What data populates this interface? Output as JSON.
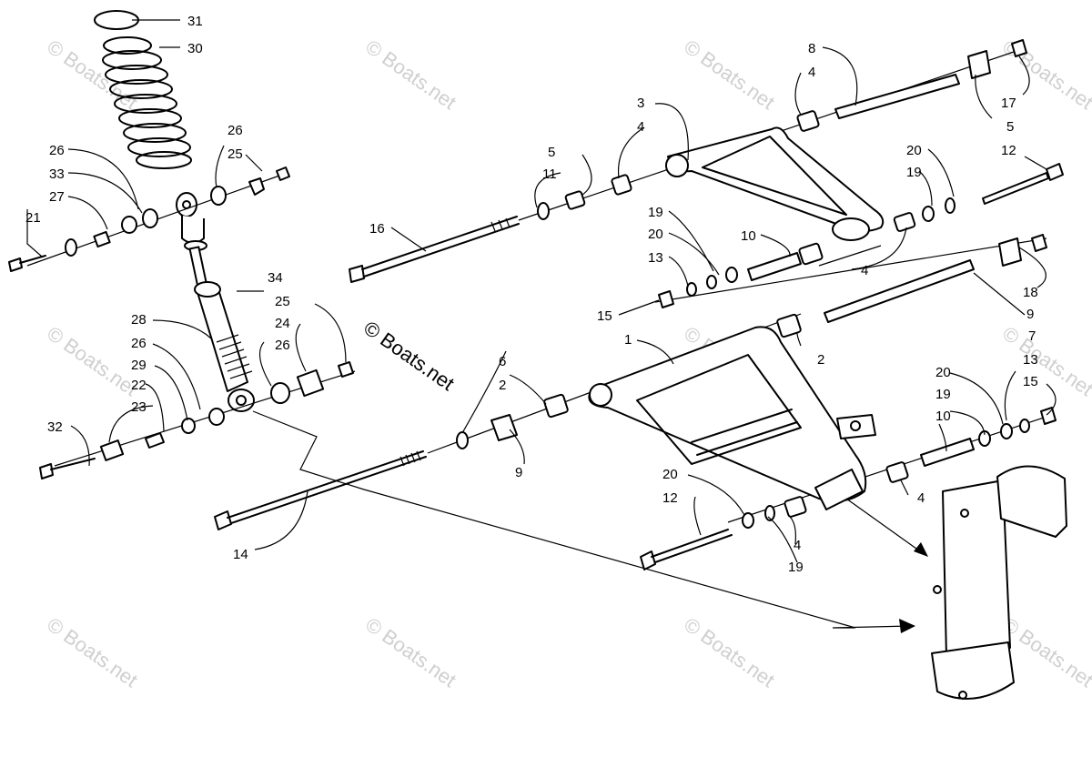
{
  "watermark": "© Boats.net",
  "callouts": {
    "c1": "1",
    "c2a": "2",
    "c2b": "2",
    "c3": "3",
    "c4a": "4",
    "c4b": "4",
    "c4c": "4",
    "c4d": "4",
    "c4e": "4",
    "c5a": "5",
    "c5b": "5",
    "c6": "6",
    "c7": "7",
    "c8": "8",
    "c9a": "9",
    "c9b": "9",
    "c10a": "10",
    "c10b": "10",
    "c11": "11",
    "c12a": "12",
    "c12b": "12",
    "c13a": "13",
    "c13b": "13",
    "c14": "14",
    "c15a": "15",
    "c15b": "15",
    "c16": "16",
    "c17": "17",
    "c18": "18",
    "c19a": "19",
    "c19b": "19",
    "c19c": "19",
    "c19d": "19",
    "c20a": "20",
    "c20b": "20",
    "c20c": "20",
    "c20d": "20",
    "c21": "21",
    "c22": "22",
    "c23": "23",
    "c24": "24",
    "c25a": "25",
    "c25b": "25",
    "c26a": "26",
    "c26b": "26",
    "c26c": "26",
    "c26d": "26",
    "c27": "27",
    "c28": "28",
    "c29": "29",
    "c30": "30",
    "c31": "31",
    "c32": "32",
    "c33": "33",
    "c34": "34"
  }
}
